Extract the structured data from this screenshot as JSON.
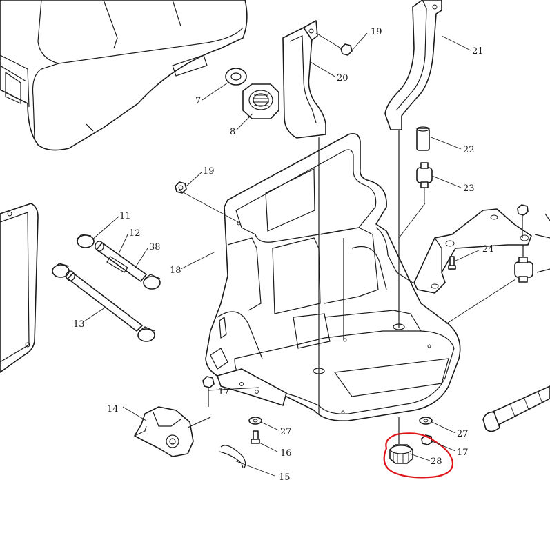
{
  "diagram": {
    "labels": [
      "7",
      "8",
      "19",
      "20",
      "21",
      "22",
      "23",
      "19",
      "11",
      "12",
      "38",
      "18",
      "13",
      "24",
      "17",
      "14",
      "27",
      "16",
      "15",
      "28",
      "27",
      "17"
    ],
    "highlight": {
      "label": "28",
      "color": "#e0141b"
    }
  }
}
